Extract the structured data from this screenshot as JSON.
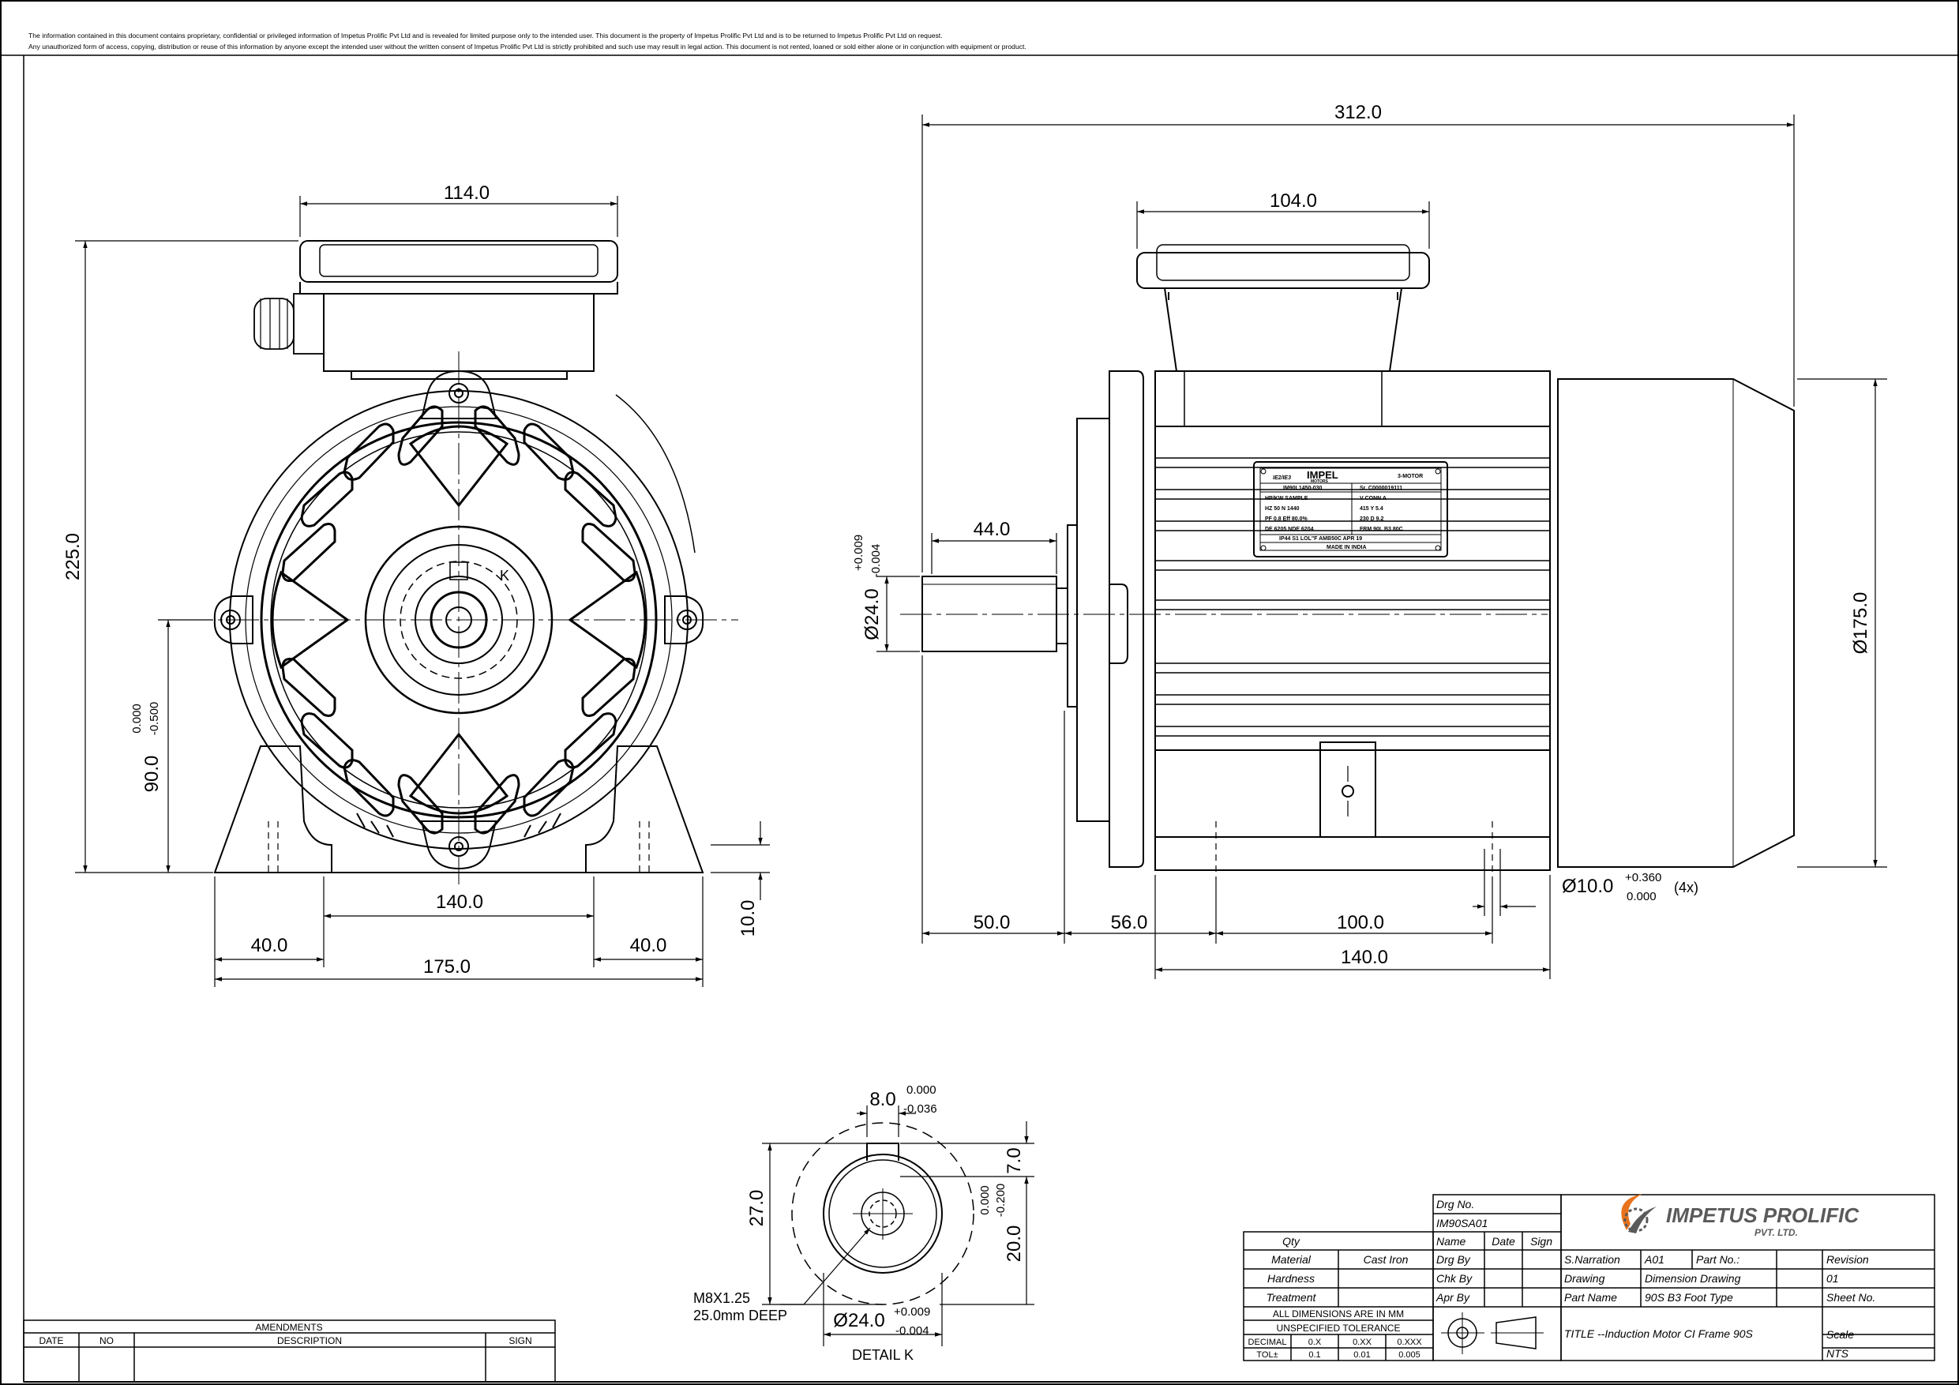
{
  "notice": {
    "line1": "The information contained in this document contains proprietary, confidential or privileged information of Impetus Prolific Pvt Ltd and is revealed for limited purpose only to the intended user.  This document is the property of Impetus Prolific Pvt Ltd and is to be returned to Impetus Prolific Pvt Ltd on request.",
    "line2": "Any unauthorized form of access, copying, distribution or reuse of this information by anyone except the intended user without the written consent of Impetus Prolific Pvt Ltd  is strictly prohibited and such use may result in legal action. This document is not rented, loaned or sold either alone or in conjunction with equipment or product."
  },
  "front_view": {
    "dim_114": "114.0",
    "dim_225": "225.0",
    "dim_90": "90.0",
    "dim_90_tol_upper": "0.000",
    "dim_90_tol_lower": "-0.500",
    "dim_140": "140.0",
    "dim_40_left": "40.0",
    "dim_40_right": "40.0",
    "dim_175": "175.0",
    "dim_10": "10.0",
    "label_k": "K"
  },
  "side_view": {
    "dim_312": "312.0",
    "dim_104": "104.0",
    "dim_44": "44.0",
    "dim_24": "Ø24.0",
    "dim_24_tol_upper": "+0.009",
    "dim_24_tol_lower": "-0.004",
    "dim_175": "Ø175.0",
    "dim_10": "Ø10.0",
    "dim_10_tol_upper": "+0.360",
    "dim_10_tol_lower": "0.000",
    "dim_10_qty": "(4x)",
    "dim_50": "50.0",
    "dim_56": "56.0",
    "dim_100": "100.0",
    "dim_140": "140.0"
  },
  "nameplate": {
    "brand": "IMPEL",
    "sub": "MOTORS",
    "tag": "IE2/IE3",
    "motor": "3-MOTOR",
    "r1a": "IM90L1450-030",
    "r1b": "Sr. C0000019111",
    "r2a": "HP/KW  SAMPLE",
    "r2b": "V     CONN     A",
    "r3a": "HZ  50   N   1440",
    "r3b": "415    Y     5.4",
    "r4a": "PF  0.8   Eff  80.0%",
    "r4b": "230    D     9.2",
    "r5a": "DE 6205   NDE 6204",
    "r5b": "FRM 90L B3 80C",
    "r6": "IP44  S1  LOL\"F  AMB50C  APR 19",
    "r7": "MADE IN INDIA"
  },
  "detail": {
    "dim_8": "8.0",
    "dim_8_tol_upper": "0.000",
    "dim_8_tol_lower": "-0.036",
    "dim_27": "27.0",
    "dim_7": "7.0",
    "dim_20": "20.0",
    "dim_20_tol_upper": "0.000",
    "dim_20_tol_lower": "-0.200",
    "thread_1": "M8X1.25",
    "thread_2": "25.0mm DEEP",
    "dim_24": "Ø24.0",
    "dim_24_tol_upper": "+0.009",
    "dim_24_tol_lower": "-0.004",
    "title": "DETAIL K"
  },
  "amendments": {
    "title": "AMENDMENTS",
    "col_date": "DATE",
    "col_no": "NO",
    "col_desc": "DESCRIPTION",
    "col_sign": "SIGN"
  },
  "title_block": {
    "drg_no_label": "Drg No.",
    "drg_no": "IM90SA01",
    "qty": "Qty",
    "name": "Name",
    "date": "Date",
    "sign": "Sign",
    "material_label": "Material",
    "material": "Cast Iron",
    "hardness": "Hardness",
    "treatment": "Treatment",
    "drg_by": "Drg By",
    "chk_by": "Chk By",
    "apr_by": "Apr By",
    "all_dims": "ALL DIMENSIONS ARE IN MM",
    "unspec": "UNSPECIFIED TOLERANCE",
    "decimal": "DECIMAL",
    "tol": "TOL±",
    "c1": "0.X",
    "c2": "0.XX",
    "c3": "0.XXX",
    "v1": "0.1",
    "v2": "0.01",
    "v3": "0.005",
    "s_narration_label": "S.Narration",
    "s_narration": "A01",
    "part_no_label": "Part No.:",
    "drawing_label": "Drawing",
    "drawing": "Dimension Drawing",
    "part_name_label": "Part Name",
    "part_name": "90S B3 Foot Type",
    "revision_label": "Revision",
    "revision": "01",
    "sheet_no_label": "Sheet No.",
    "title": "TITLE --Induction Motor CI Frame 90S",
    "scale_label": "Scale",
    "scale": "NTS",
    "company": "IMPETUS PROLIFIC",
    "company_sub": "PVT. LTD."
  },
  "colors": {
    "line": "#000000",
    "logo_orange": "#e8731c",
    "logo_grey": "#5a5a5a"
  }
}
